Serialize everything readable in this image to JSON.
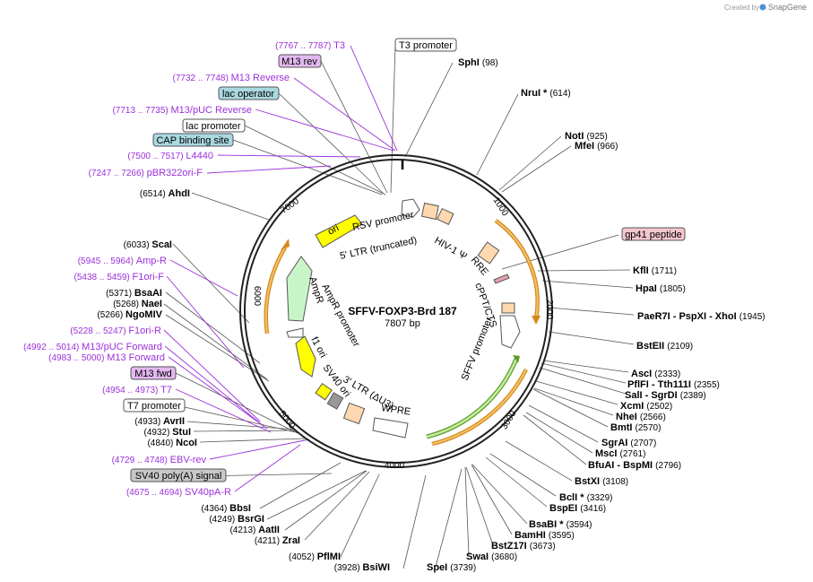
{
  "credit": {
    "text": "Created by",
    "brand": "SnapGene"
  },
  "map": {
    "name": "SFFV-FOXP3-Brd 187",
    "size": "7807 bp",
    "total_bp": 7807,
    "ticks": [
      "1000",
      "2000",
      "3000",
      "4000",
      "5000",
      "6000",
      "7000"
    ]
  },
  "colors": {
    "backbone": "#222222",
    "purple_label": "#9b30d9",
    "orange_arc": "#e8a33a",
    "green_arc": "#8fcc55",
    "cds_fill": "#ffd8b0",
    "ori_fill": "#ffff00",
    "promoter_fill": "#ffffff",
    "ampr_fill": "#c8f5c8",
    "box_lac": "#a9d8e0",
    "box_m13": "#e3b8ef",
    "box_gp41": "#f4c6cf",
    "box_sv40": "#c8c8c8"
  },
  "sites_right": [
    {
      "name": "SphI",
      "pos": "(98)"
    },
    {
      "name": "NruI *",
      "pos": "(614)"
    },
    {
      "name": "NotI",
      "pos": "(925)"
    },
    {
      "name": "MfeI",
      "pos": "(966)"
    },
    {
      "name": "KflI",
      "pos": "(1711)"
    },
    {
      "name": "HpaI",
      "pos": "(1805)"
    },
    {
      "name": "PaeR7I - PspXI - XhoI",
      "pos": "(1945)"
    },
    {
      "name": "BstEII",
      "pos": "(2109)"
    },
    {
      "name": "AscI",
      "pos": "(2333)"
    },
    {
      "name": "PflFI - Tth111I",
      "pos": "(2355)"
    },
    {
      "name": "SalI - SgrDI",
      "pos": "(2389)"
    },
    {
      "name": "XcmI",
      "pos": "(2502)"
    },
    {
      "name": "NheI",
      "pos": "(2566)"
    },
    {
      "name": "BmtI",
      "pos": "(2570)"
    },
    {
      "name": "SgrAI",
      "pos": "(2707)"
    },
    {
      "name": "MscI",
      "pos": "(2761)"
    },
    {
      "name": "BfuAI - BspMI",
      "pos": "(2796)"
    },
    {
      "name": "BstXI",
      "pos": "(3108)"
    },
    {
      "name": "BclI *",
      "pos": "(3329)"
    },
    {
      "name": "BspEI",
      "pos": "(3416)"
    },
    {
      "name": "BsaBI *",
      "pos": "(3594)"
    },
    {
      "name": "BamHI",
      "pos": "(3595)"
    },
    {
      "name": "BstZ17I",
      "pos": "(3673)"
    },
    {
      "name": "SwaI",
      "pos": "(3680)"
    },
    {
      "name": "SpeI",
      "pos": "(3739)"
    }
  ],
  "sites_left": [
    {
      "name": "AhdI",
      "pos": "(6514)"
    },
    {
      "name": "ScaI",
      "pos": "(6033)"
    },
    {
      "name": "BsaAI",
      "pos": "(5371)"
    },
    {
      "name": "NaeI",
      "pos": "(5268)"
    },
    {
      "name": "NgoMIV",
      "pos": "(5266)"
    },
    {
      "name": "AvrII",
      "pos": "(4933)"
    },
    {
      "name": "StuI",
      "pos": "(4932)"
    },
    {
      "name": "NcoI",
      "pos": "(4840)"
    },
    {
      "name": "BbsI",
      "pos": "(4364)"
    },
    {
      "name": "BsrGI",
      "pos": "(4249)"
    },
    {
      "name": "AatII",
      "pos": "(4213)"
    },
    {
      "name": "ZraI",
      "pos": "(4211)"
    },
    {
      "name": "PflMI",
      "pos": "(4052)"
    },
    {
      "name": "BsiWI",
      "pos": "(3928)"
    }
  ],
  "primers": [
    {
      "range": "(7767 .. 7787)",
      "name": "T3"
    },
    {
      "range": "(7732 .. 7748)",
      "name": "M13 Reverse"
    },
    {
      "range": "(7713 .. 7735)",
      "name": "M13/pUC Reverse"
    },
    {
      "range": "(7500 .. 7517)",
      "name": "L4440"
    },
    {
      "range": "(7247 .. 7266)",
      "name": "pBR322ori-F"
    },
    {
      "range": "(5945 .. 5964)",
      "name": "Amp-R"
    },
    {
      "range": "(5438 .. 5459)",
      "name": "F1ori-F"
    },
    {
      "range": "(5228 .. 5247)",
      "name": "F1ori-R"
    },
    {
      "range": "(4992 .. 5014)",
      "name": "M13/pUC Forward"
    },
    {
      "range": "(4983 .. 5000)",
      "name": "M13 Forward"
    },
    {
      "range": "(4954 .. 4973)",
      "name": "T7"
    },
    {
      "range": "(4729 .. 4748)",
      "name": "EBV-rev"
    },
    {
      "range": "(4675 .. 4694)",
      "name": "SV40pA-R"
    }
  ],
  "boxed": {
    "t3_promoter": "T3 promoter",
    "m13_rev": "M13 rev",
    "lac_operator": "lac operator",
    "lac_promoter": "lac promoter",
    "cap_site": "CAP binding site",
    "gp41": "gp41 peptide",
    "m13_fwd": "M13 fwd",
    "t7_promoter": "T7 promoter",
    "sv40_polya": "SV40 poly(A) signal"
  },
  "features": {
    "rsv": "RSV promoter",
    "ltr5": "5' LTR (truncated)",
    "hiv": "HIV-1 Ψ",
    "rre": "RRE",
    "cppt": "cPPT/CTS",
    "sffv": "SFFV promoter",
    "wpre": "WPRE",
    "ltr3": "3' LTR (ΔU3)",
    "sv40ori": "SV40 ori",
    "f1ori": "f1 ori",
    "ampr_prom": "AmpR promoter",
    "ampr": "AmpR",
    "ori": "ori"
  }
}
